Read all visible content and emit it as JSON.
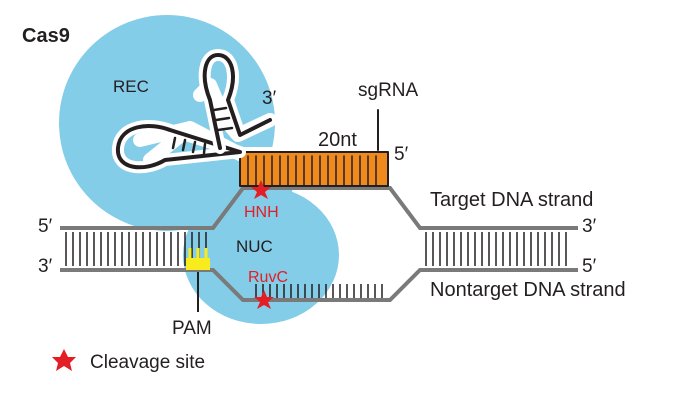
{
  "title": "Cas9",
  "domains": {
    "rec": "REC",
    "nuc": "NUC"
  },
  "nuclease_sites": {
    "hnh": "HNH",
    "ruvc": "RuvC"
  },
  "sgrna": {
    "name": "sgRNA",
    "spacer": "20nt",
    "three_prime": "3′",
    "five_prime": "5′"
  },
  "dna": {
    "left_top": "5′",
    "left_bottom": "3′",
    "right_top": "3′",
    "right_bottom": "5′",
    "target_strand": "Target DNA strand",
    "nontarget_strand": "Nontarget DNA strand",
    "pam": "PAM"
  },
  "legend": {
    "cleavage_site": "Cleavage site"
  },
  "colors": {
    "protein": "#84cde8",
    "strand": "#7a7a7a",
    "rna_outline": "#231f20",
    "spacer": "#f08a1c",
    "pam": "#f8ec1e",
    "cleavage": "#e31e24"
  },
  "icons": {
    "cleavage_marker": "star-icon"
  }
}
